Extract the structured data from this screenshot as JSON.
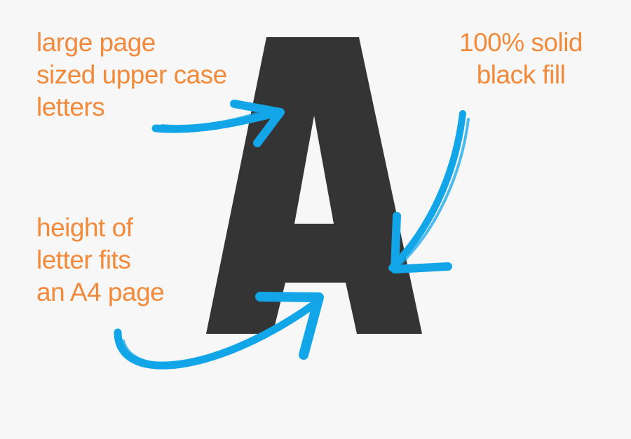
{
  "diagram": {
    "letter": "A",
    "colors": {
      "background": "#f7f7f7",
      "letter": "#353435",
      "annotation_text": "#f28a3c",
      "arrow": "#12a6e8"
    },
    "annotations": {
      "top_left": [
        "large page",
        "sized upper case",
        "letters"
      ],
      "top_right": [
        "100% solid",
        "black fill"
      ],
      "bottom_left": [
        "height of",
        "letter fits",
        "an A4 page"
      ]
    }
  }
}
